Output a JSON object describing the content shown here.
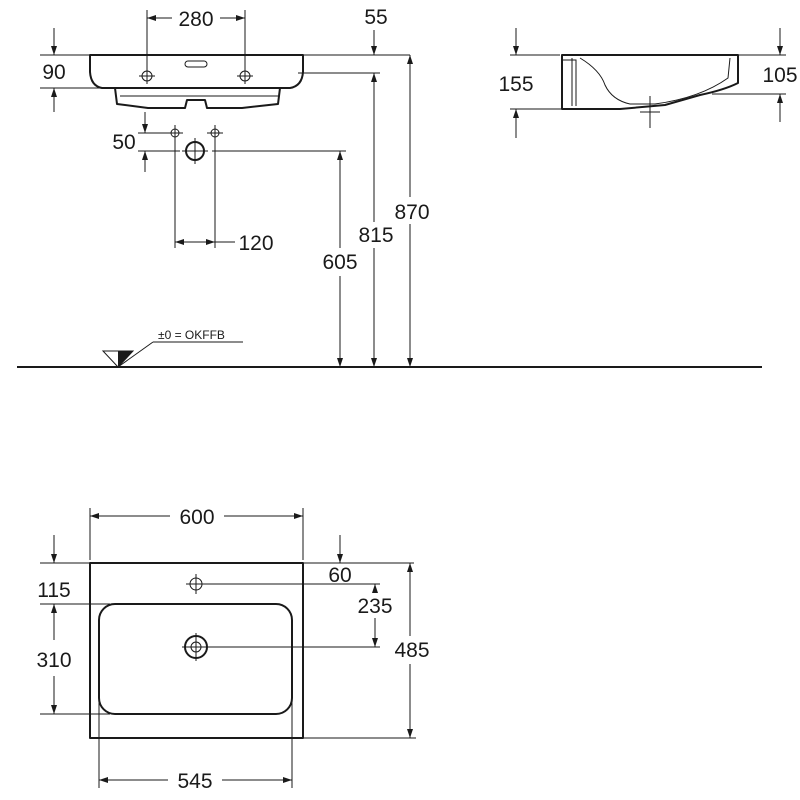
{
  "front_view": {
    "dims": {
      "tap_hole_spacing": "280",
      "rim_offset": "55",
      "rim_height": "90",
      "valve_offset": "50",
      "valve_spacing": "120",
      "waste_height": "605",
      "rim_top_height": "815",
      "overall_height": "870"
    },
    "floor_reference": "±0 = OKFFB"
  },
  "side_view": {
    "dims": {
      "overall_depth": "155",
      "bowl_depth": "105"
    }
  },
  "top_view": {
    "dims": {
      "overall_width": "600",
      "tap_hole_depth": "60",
      "rim_to_bowl": "115",
      "tap_to_waste": "235",
      "bowl_depth_plan": "310",
      "overall_depth_plan": "485",
      "bowl_width": "545"
    }
  }
}
